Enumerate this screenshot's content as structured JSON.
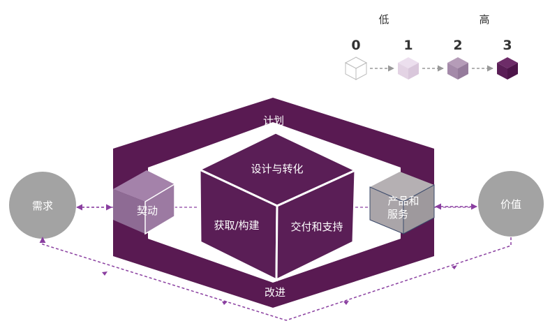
{
  "legend": {
    "low_label": "低",
    "high_label": "高",
    "levels": [
      {
        "number": "0",
        "color": "#ffffff"
      },
      {
        "number": "1",
        "color": "#e3d3e4"
      },
      {
        "number": "2",
        "color": "#a48aa9"
      },
      {
        "number": "3",
        "color": "#5a1e56"
      }
    ]
  },
  "diagram": {
    "frame_top_label": "计划",
    "frame_bottom_label": "改进",
    "cube_top_label": "设计与转化",
    "cube_left_label": "获取/构建",
    "cube_right_label": "交付和支持",
    "left_small_cube_label": "契动",
    "right_small_cube_label_line1": "产品和",
    "right_small_cube_label_line2": "服务",
    "left_circle_label": "需求",
    "right_circle_label": "价值"
  },
  "colors": {
    "primary": "#5a1e56",
    "frame": "#591a52",
    "circle": "#a3a3a3",
    "arrow": "#8a3fa0"
  }
}
